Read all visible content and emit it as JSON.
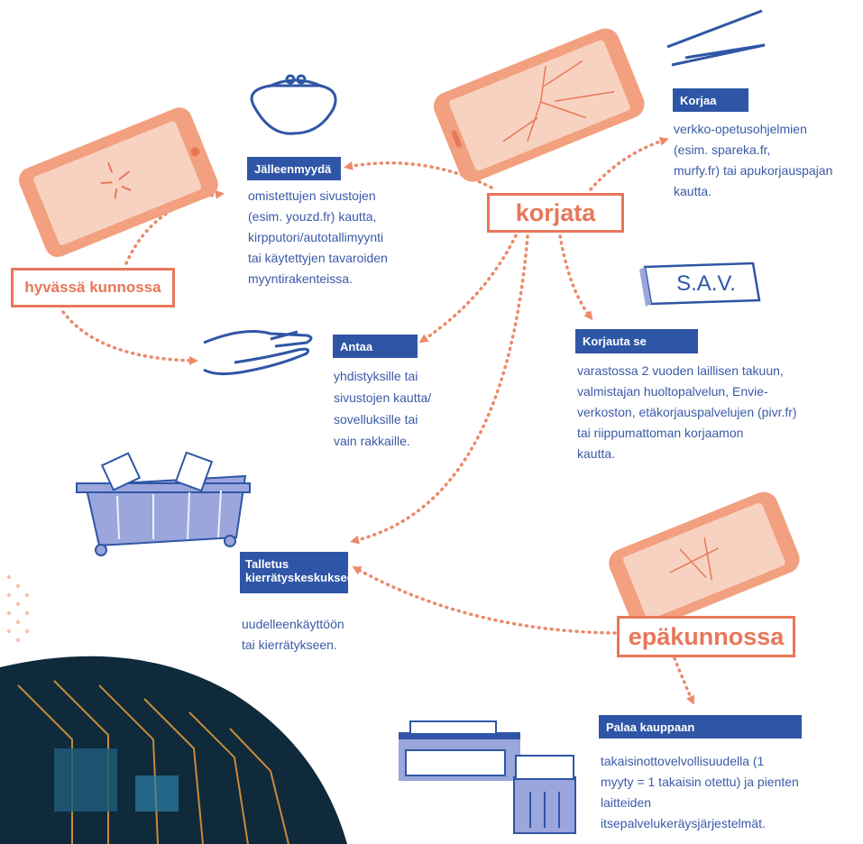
{
  "center": {
    "label": "korjata"
  },
  "good": {
    "label": "hyvässä kunnossa"
  },
  "broken": {
    "label": "epäkunnossa"
  },
  "sav": {
    "text": "S.A.V."
  },
  "nodes": {
    "resell": {
      "title": "Jälleenmyydä",
      "text": "omistettujen sivustojen\n(esim. youzd.fr) kautta,\nkirpputori/autotallimyynti\ntai käytettyjen tavaroiden\nmyyntirakenteissa."
    },
    "give": {
      "title": "Antaa",
      "text": "yhdistyksille tai\nsivustojen kautta/\nsovelluksille tai\nvain rakkaille."
    },
    "repair": {
      "title": "Korjaa",
      "text": "verkko-opetusohjelmien\n(esim. spareka.fr,\nmurfy.fr) tai apukorjauspajan\nkautta."
    },
    "have_repaired": {
      "title": "Korjauta se",
      "text": "varastossa 2 vuoden laillisen takuun,\nvalmistajan huoltopalvelun, Envie-\nverkoston, etäkorjauspalvelujen (pivr.fr)\ntai riippumattoman korjaamon\nkautta."
    },
    "deposit": {
      "title": "Talletus\nkierrätyskeskukseen",
      "text": "uudelleenkäyttöön\ntai kierrätykseen."
    },
    "return": {
      "title": "Palaa kauppaan",
      "text": "takaisinottovelvollisuudella (1\nmyyty = 1 takaisin otettu) ja pienten\nlaitteiden\nitsepalvelukeräysjärjestelmät."
    }
  },
  "colors": {
    "accent": "#e8775a",
    "blue": "#2f56a6",
    "lavender": "#9aa6dc"
  }
}
